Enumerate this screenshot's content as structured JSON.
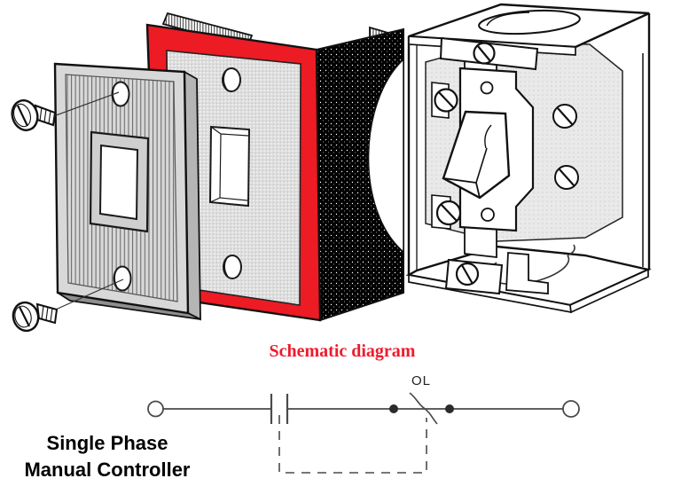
{
  "figure": {
    "name": "exploded view of a single phase manual controller (toggle-switch type)",
    "parts": {
      "cover_plate": "ribbed wall cover plate with switch window and two screw holes",
      "screws": "two slotted mounting screws with leader lines",
      "insulating_cover": "red-framed insulating cover plate with stippled face",
      "switch_box": "open switch box with toggle switch mechanism and slotted screws"
    },
    "colors": {
      "accent_red": "#ec1b24",
      "outline": "#111111",
      "plate_gray": "#d8d8d8",
      "black_side": "#000000"
    }
  },
  "schematic": {
    "title": "Schematic diagram",
    "title_color": "#ee1b2c",
    "ol_label": "OL",
    "line_color": "#4a4a4a",
    "components": [
      "left-terminal",
      "normally-open-contact",
      "mechanical-linkage-dashed",
      "overload-element",
      "right-terminal"
    ]
  },
  "caption": {
    "line1": "Single Phase",
    "line2": "Manual Controller"
  }
}
